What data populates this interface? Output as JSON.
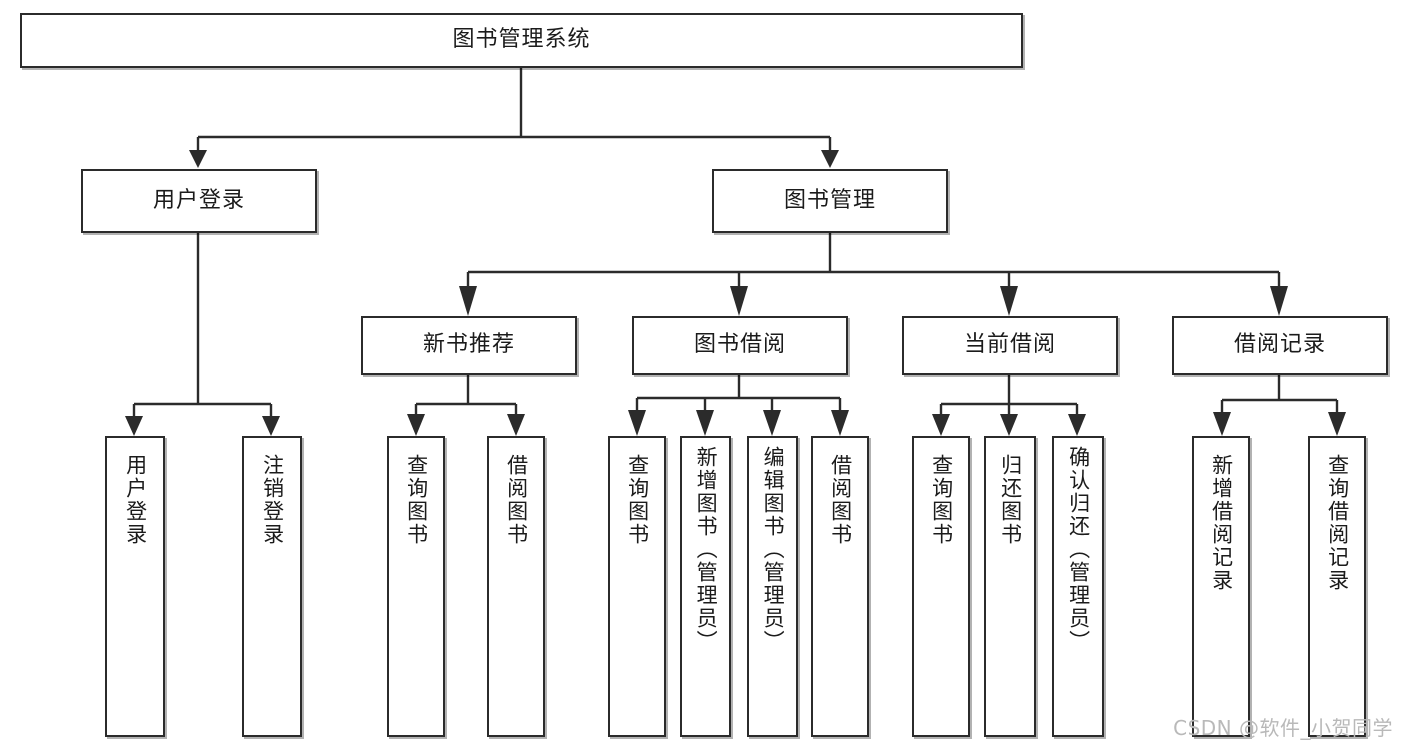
{
  "diagram": {
    "title": "图书管理系统",
    "type": "tree-hierarchy-chart",
    "watermark": "CSDN @软件_小贺同学",
    "root": {
      "label": "图书管理系统"
    },
    "level2": [
      {
        "label": "用户登录"
      },
      {
        "label": "图书管理"
      }
    ],
    "level3": [
      {
        "label": "新书推荐"
      },
      {
        "label": "图书借阅"
      },
      {
        "label": "当前借阅"
      },
      {
        "label": "借阅记录"
      }
    ],
    "leaves": {
      "user_login": [
        {
          "label": "用户登录"
        },
        {
          "label": "注销登录"
        }
      ],
      "new_book_recommend": [
        {
          "label": "查询图书"
        },
        {
          "label": "借阅图书"
        }
      ],
      "book_borrow": [
        {
          "label": "查询图书"
        },
        {
          "label": "新增图书（管理员）"
        },
        {
          "label": "编辑图书（管理员）"
        },
        {
          "label": "借阅图书"
        }
      ],
      "current_borrow": [
        {
          "label": "查询图书"
        },
        {
          "label": "归还图书"
        },
        {
          "label": "确认归还（管理员）"
        }
      ],
      "borrow_record": [
        {
          "label": "新增借阅记录"
        },
        {
          "label": "查询借阅记录"
        }
      ]
    }
  },
  "colors": {
    "border": "#2b2b2b",
    "text": "#1b1b1b",
    "background": "#ffffff",
    "watermark": "#b9b9b9"
  }
}
